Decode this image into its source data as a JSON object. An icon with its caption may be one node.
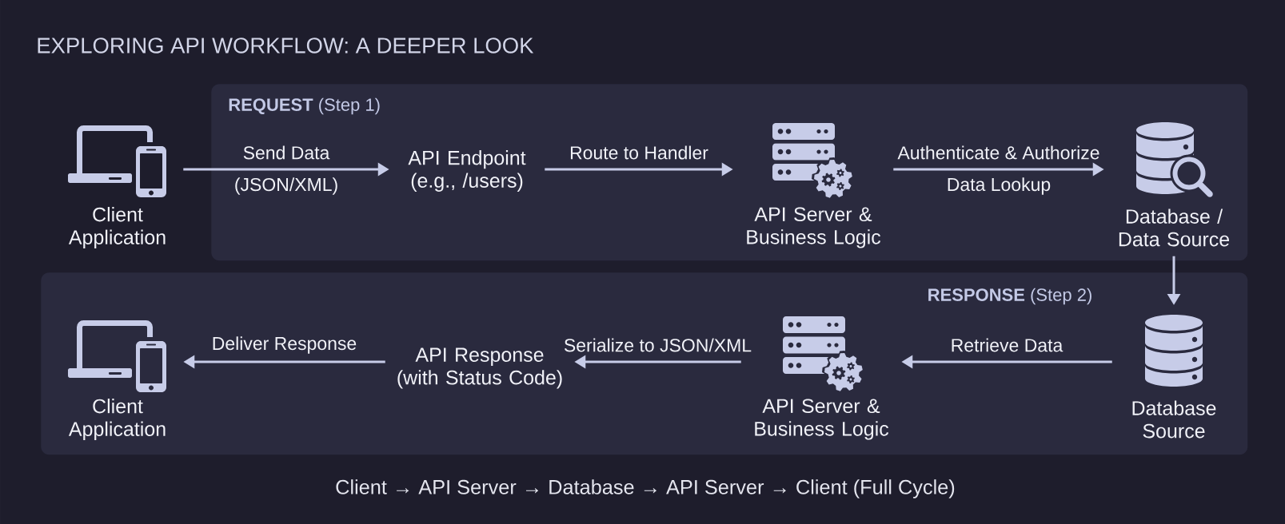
{
  "diagram": {
    "title": "EXPLORING API WORKFLOW: A DEEPER LOOK",
    "caption": "Client → API Server → Database → API Server → Client (Full Cycle)",
    "nodes": [
      {
        "text": [
          "Client Application"
        ]
      },
      {
        "text": [
          "**REQUEST** (Step 1)"
        ]
      },
      {
        "text": [
          "API Endpoint (e.g., /users)"
        ],
        "in": 1
      },
      {
        "text": [
          "API Server & Business Logic"
        ],
        "in": 1
      },
      {
        "text": [
          "Database / Data Source"
        ],
        "in": 1
      },
      {
        "text": [
          "**RESPONSE** (Step 2)"
        ]
      },
      {
        "text": [
          "Client Application"
        ],
        "in": 5
      },
      {
        "text": [
          "API Response (with Status Code)"
        ],
        "in": 5
      },
      {
        "text": [
          "API Server & Business Logic"
        ],
        "in": 5
      },
      {
        "text": [
          "Database Source"
        ],
        "in": 5
      }
    ],
    "edges": [
      {
        "from": 0,
        "to": 2,
        "arrow": "to",
        "label": "Send Data"
      },
      {
        "from": 2,
        "to": 3,
        "arrow": "to",
        "label": "Route to Handler"
      },
      {
        "from": 3,
        "to": 4,
        "arrow": "to",
        "label": "Authenticate & Authorize"
      },
      {
        "from": 4,
        "to": 9,
        "arrow": "to"
      },
      {
        "from": 9,
        "to": 8,
        "arrow": "to",
        "label": "Retrieve Data"
      },
      {
        "from": 8,
        "to": 7,
        "arrow": "to",
        "label": "Serialize to JSON/XML"
      },
      {
        "from": 7,
        "to": 6,
        "arrow": "to",
        "label": "Deliver Response"
      }
    ],
    "labels": [
      "(JSON/XML)",
      "Data Lookup"
    ]
  }
}
